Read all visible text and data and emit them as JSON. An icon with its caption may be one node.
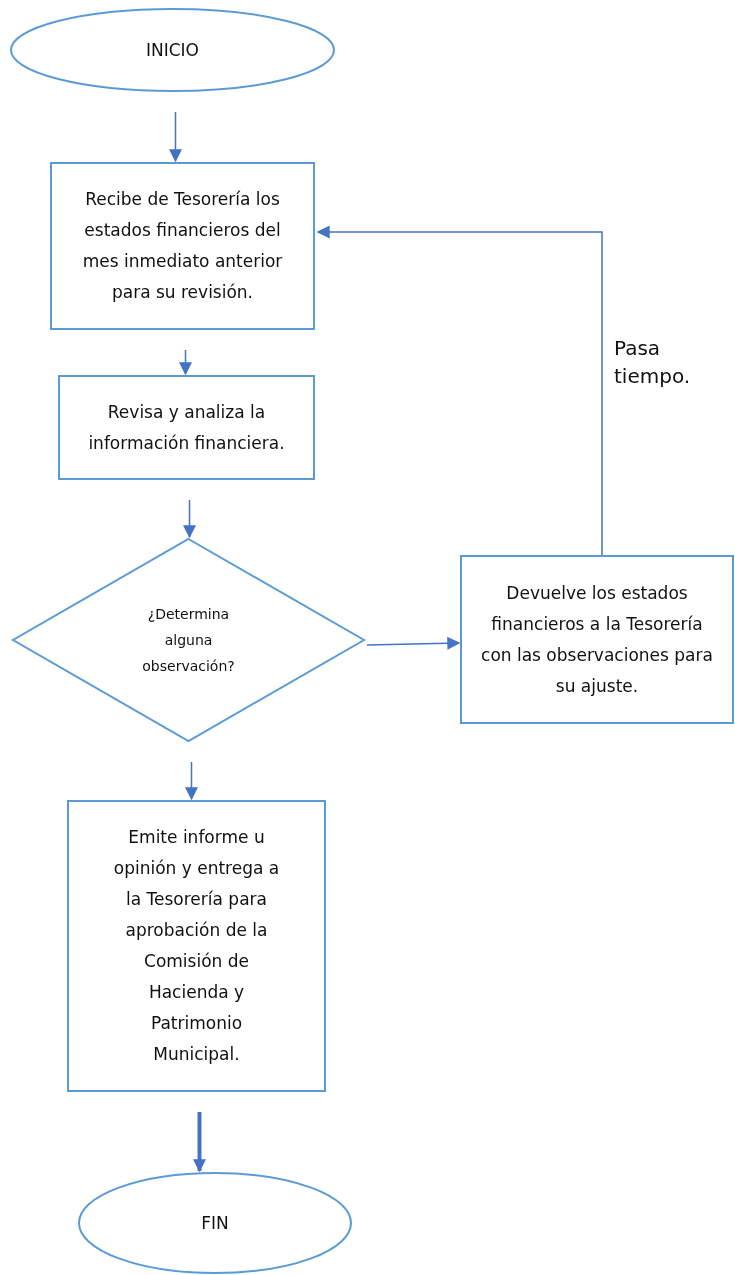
{
  "diagram": {
    "nodes": [
      {
        "text": [
          "INICIO"
        ]
      },
      {
        "text": [
          "Recibe de Tesorería los estados financieros del mes inmediato anterior para su revisión."
        ]
      },
      {
        "text": [
          "Revisa y analiza la información financiera."
        ]
      },
      {
        "text": [
          "¿Determina alguna observación?"
        ]
      },
      {
        "text": [
          "Devuelve los estados financieros a la Tesorería con las observaciones para su ajuste."
        ]
      },
      {
        "text": [
          "Emite informe u opinión y entrega a la Tesorería para aprobación de la Comisión de Hacienda y Patrimonio Municipal."
        ]
      },
      {
        "text": [
          "FIN"
        ]
      }
    ],
    "edges": [
      {
        "from": 0,
        "to": 1,
        "arrow": "to"
      },
      {
        "from": 1,
        "to": 2,
        "arrow": "to"
      },
      {
        "from": 2,
        "to": 3,
        "arrow": "to"
      },
      {
        "from": 3,
        "to": 4,
        "arrow": "to"
      },
      {
        "from": 4,
        "to": 1,
        "arrow": "to",
        "label": "Pasa tiempo."
      },
      {
        "from": 3,
        "to": 5,
        "arrow": "to"
      },
      {
        "from": 5,
        "to": 6,
        "arrow": "to",
        "style": "thick"
      }
    ]
  }
}
